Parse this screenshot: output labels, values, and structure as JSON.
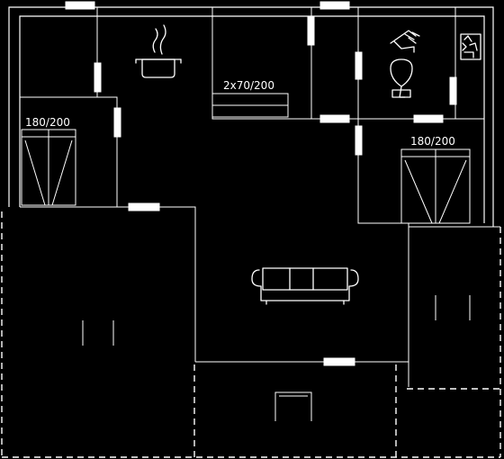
{
  "labels": {
    "bed_top_left": "180/200",
    "beds_kitchen": "2x70/200",
    "bed_right": "180/200"
  },
  "icons": [
    "cooking-pot-icon",
    "wc-shower-icon",
    "sink-icon",
    "sofa-icon",
    "fireplace-icon",
    "double-bed-icon",
    "twin-beds-icon"
  ],
  "colors": {
    "background": "#000000",
    "lines": "#ffffff"
  }
}
